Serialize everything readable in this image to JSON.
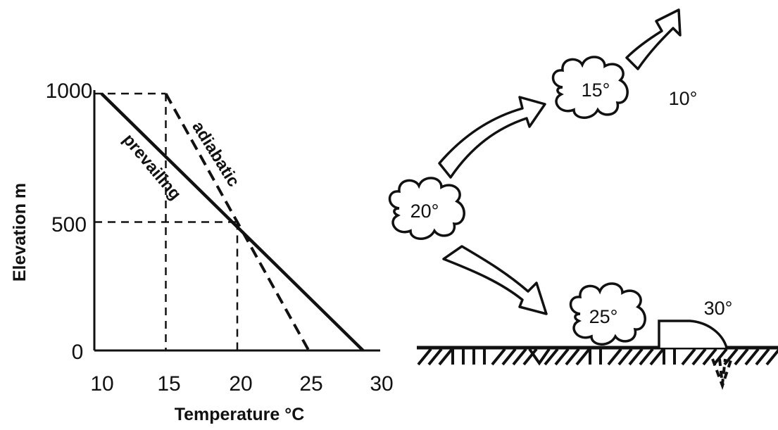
{
  "chart_data": {
    "type": "line",
    "xlabel": "Temperature °C",
    "ylabel": "Elevation m",
    "xlim": [
      10,
      30
    ],
    "ylim": [
      0,
      1000
    ],
    "x_ticks": [
      "10",
      "15",
      "20",
      "25",
      "30"
    ],
    "y_ticks": [
      "1000",
      "500",
      "0"
    ],
    "grid": false,
    "series": [
      {
        "name": "prevailing",
        "style": "solid",
        "points": [
          {
            "x": 10.5,
            "y": 1000
          },
          {
            "x": 28.8,
            "y": 0
          }
        ]
      },
      {
        "name": "adiabatic",
        "style": "dashed",
        "points": [
          {
            "x": 15,
            "y": 1000
          },
          {
            "x": 20,
            "y": 500
          },
          {
            "x": 25,
            "y": 0
          }
        ]
      }
    ],
    "reference_lines": [
      {
        "style": "dashed",
        "from": {
          "x": 10,
          "y": 1000
        },
        "to": {
          "x": 15,
          "y": 1000
        }
      },
      {
        "style": "dashed",
        "from": {
          "x": 15,
          "y": 1000
        },
        "to": {
          "x": 15,
          "y": 0
        }
      },
      {
        "style": "dashed",
        "from": {
          "x": 10,
          "y": 500
        },
        "to": {
          "x": 20,
          "y": 500
        }
      },
      {
        "style": "dashed",
        "from": {
          "x": 20,
          "y": 500
        },
        "to": {
          "x": 20,
          "y": 0
        }
      }
    ]
  },
  "air_parcel": {
    "start_label": "20°",
    "rising_label": "15°",
    "rising_air_label": "10°",
    "sinking_label": "25°",
    "ground_air_label": "30°"
  },
  "colors": {
    "ink": "#111111",
    "background": "#ffffff"
  }
}
